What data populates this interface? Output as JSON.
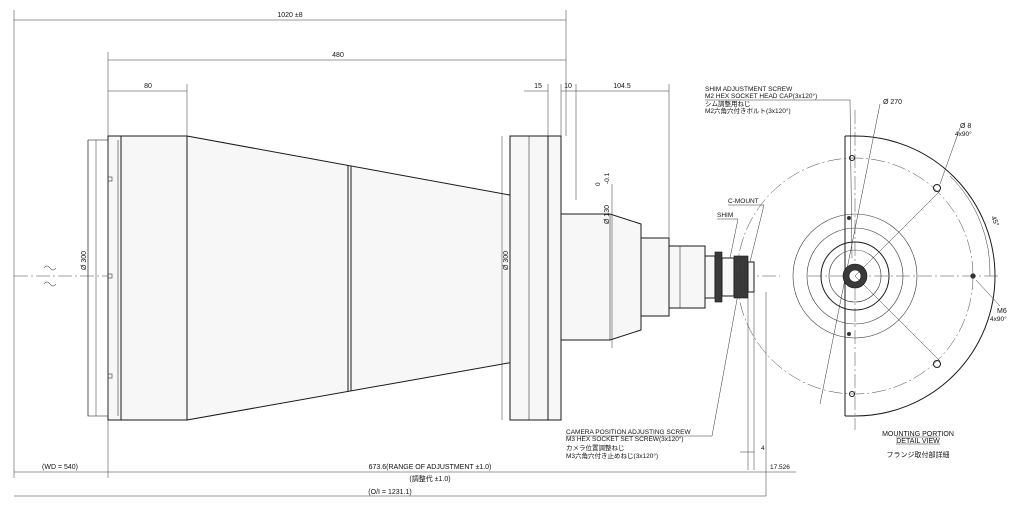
{
  "dimensions": {
    "overall_length": "1020 ±8",
    "body_length": "480",
    "front_section": "80",
    "flange_thickness": "15",
    "flange_gap": "10",
    "rear_length": "104.5",
    "front_diameter": "Ø 300",
    "flange_diameter": "Ø 300",
    "rear_diameter": "Ø 130",
    "rear_tolerance_upper": "0",
    "rear_tolerance_lower": "-0.1",
    "mount_length": "4",
    "flange_back": "17.526",
    "wd": "(WD = 540)",
    "adjustment_range": "673.6(RANGE OF ADJUSTMENT ±1.0)",
    "adjustment_range_jp": "(調整代 ±1.0)",
    "oi": "(O/I = 1231.1)"
  },
  "callouts": {
    "shim_screw_en1": "SHIM ADJUSTMENT SCREW",
    "shim_screw_en2": "M2 HEX SOCKET HEAD CAP(3x120°)",
    "shim_screw_jp1": "シム調整用ねじ",
    "shim_screw_jp2": "M2六角穴付きボルト(3x120°)",
    "c_mount": "C-MOUNT",
    "shim": "SHIM",
    "camera_screw_en1": "CAMERA POSITION ADJUSTING SCREW",
    "camera_screw_en2": "M3 HEX SOCKET SET SCREW(3x120°)",
    "camera_screw_jp1": "カメラ位置調整ねじ",
    "camera_screw_jp2": "M3六角穴付き止めねじ(3x120°)"
  },
  "detail_view": {
    "outer_diameter": "Ø 270",
    "hole_diameter": "Ø 8",
    "hole_count": "4x90°",
    "angle": "45°",
    "thread": "M6",
    "thread_count": "4x90°",
    "title_en1": "MOUNTING PORTION",
    "title_en2": "DETAIL VIEW",
    "title_jp": "フランジ取付部詳細"
  }
}
